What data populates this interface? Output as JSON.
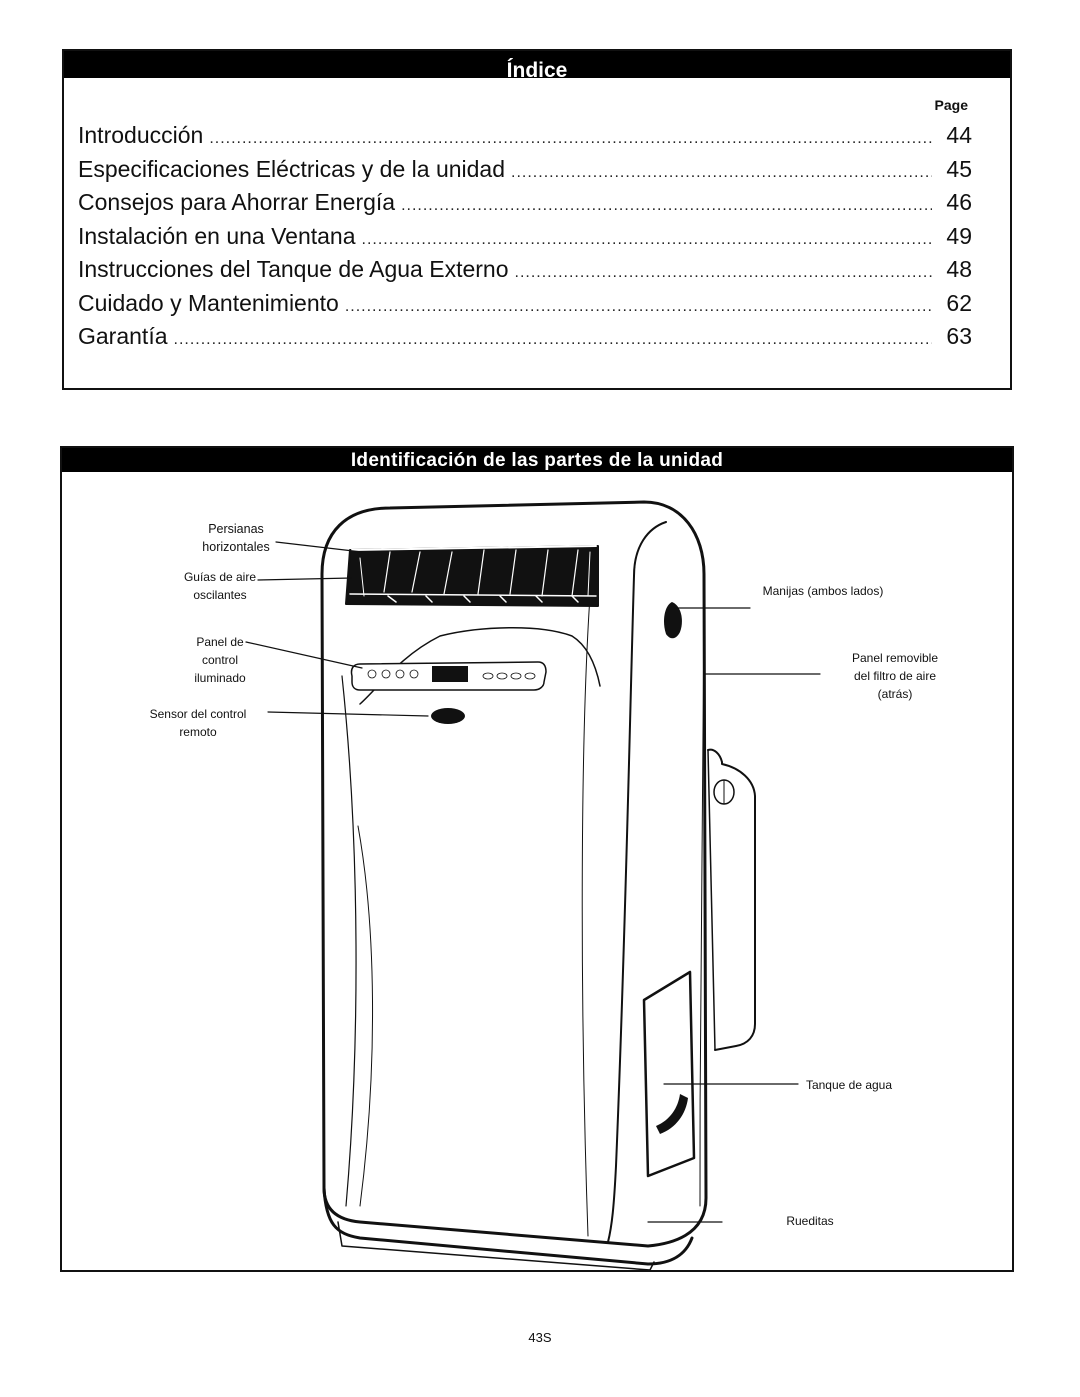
{
  "toc": {
    "header": "Índice",
    "page_label": "Page",
    "entries": [
      {
        "title": "Introducción",
        "page": "44"
      },
      {
        "title": "Especificaciones Eléctricas y de la unidad",
        "page": "45"
      },
      {
        "title": "Consejos para Ahorrar Energía",
        "page": "46"
      },
      {
        "title": "Instalación en una Ventana",
        "page": "49"
      },
      {
        "title": "Instrucciones del Tanque de Agua Externo",
        "page": "48"
      },
      {
        "title": "Cuidado y Mantenimiento",
        "page": "62"
      },
      {
        "title": "Garantía",
        "page": "63"
      }
    ]
  },
  "parts": {
    "header": "Identificación de las partes de la unidad",
    "labels": {
      "persianas": [
        "Persianas",
        "horizontales"
      ],
      "guias": [
        "Guías de aire",
        "oscilantes"
      ],
      "panel": [
        "Panel de",
        "control",
        "iluminado"
      ],
      "sensor": [
        "Sensor del control",
        "remoto"
      ],
      "manijas": "Manijas (ambos lados)",
      "filtro": [
        "Panel removible",
        "del filtro de aire",
        "(atrás)"
      ],
      "tanque": "Tanque de agua",
      "rueditas": "Rueditas"
    }
  },
  "footer": {
    "page_number": "43S"
  }
}
